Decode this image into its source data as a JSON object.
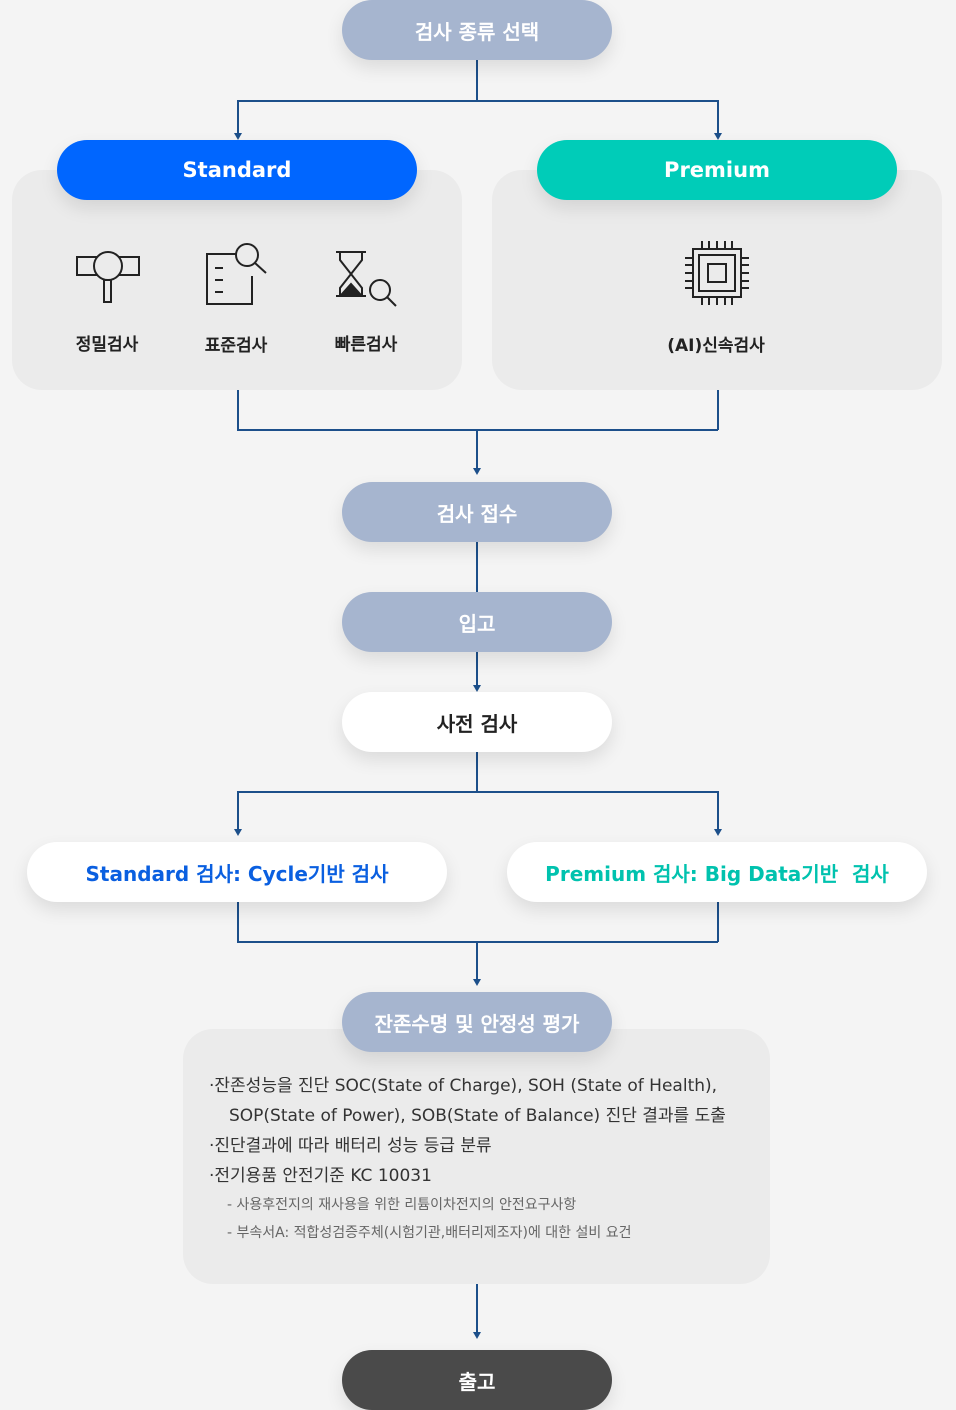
{
  "steps": {
    "select_type": "검사 종류 선택",
    "reception": "검사 접수",
    "warehousing": "입고",
    "pre_inspection": "사전 검사",
    "evaluation": "잔존수명 및 안정성 평가",
    "release": "출고"
  },
  "standard": {
    "label": "Standard",
    "items": [
      "정밀검사",
      "표준검사",
      "빠른검사"
    ],
    "color": "#0066ff"
  },
  "premium": {
    "label": "Premium",
    "items": [
      "(AI)신속검사"
    ],
    "color": "#00ccb8"
  },
  "methods": {
    "standard": "Standard 검사: Cycle기반 검사",
    "premium": "Premium 검사: Big Data기반  검사"
  },
  "evaluation_notes": {
    "bullets": [
      "·잔존성능을 진단 SOC(State of Charge), SOH (State of Health),",
      "SOP(State of Power), SOB(State of Balance) 진단 결과를 도출",
      "·진단결과에 따라 배터리 성능 등급 분류",
      "·전기용품 안전기준 KC 10031"
    ],
    "sub_items": [
      "- 사용후전지의 재사용을 위한 리튬이차전지의 안전요구사항",
      "- 부속서A: 적합성검증주체(시험기관,배터리제조자)에 대한 설비 요건"
    ]
  },
  "icons": {
    "precision": "magnifier-probe-icon",
    "standard": "document-search-icon",
    "quick": "hourglass-search-icon",
    "ai": "chip-icon"
  }
}
